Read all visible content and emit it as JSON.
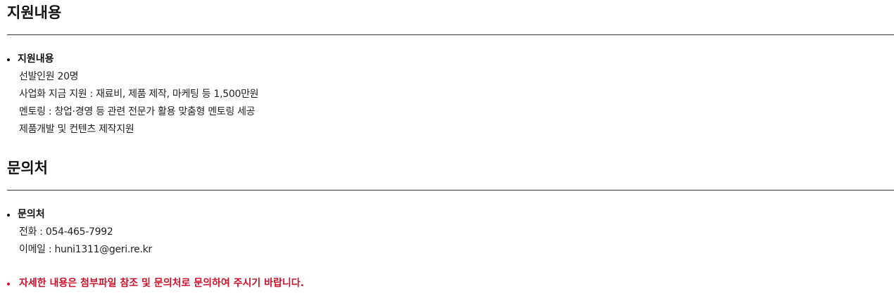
{
  "support": {
    "title": "지원내용",
    "bullet_heading": "지원내용",
    "lines": [
      "선발인원 20명",
      "사업화 지금 지원 : 재료비, 제품 제작, 마케팅 등 1,500만원",
      "멘토링 : 창업·경영 등 관련 전문가 활용 맞춤형 멘토링 세공",
      "제품개발 및 컨텐츠 제작지원"
    ]
  },
  "contact": {
    "title": "문의처",
    "bullet_heading": "문의처",
    "lines": [
      "전화 : 054-465-7992",
      "이메일 : huni1311@geri.re.kr"
    ]
  },
  "notice": {
    "text": "자세한 내용은 첨부파일 참조 및 문의처로 문의하여 주시기 바랍니다.",
    "color": "#d0112b"
  }
}
